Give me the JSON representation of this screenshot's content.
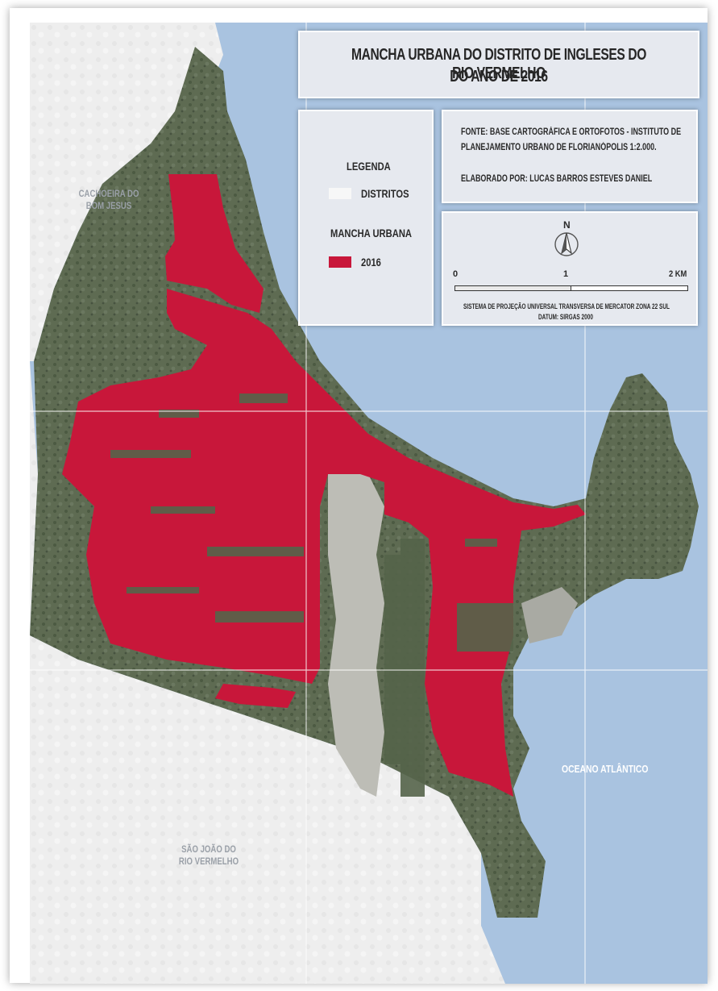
{
  "title": {
    "line1": "MANCHA URBANA DO DISTRITO DE INGLESES DO RIO VERMELHO",
    "line2": "DO ANO DE 2016"
  },
  "legend": {
    "heading": "LEGENDA",
    "items": [
      {
        "label": "DISTRITOS",
        "color": "#f2f2f2"
      }
    ],
    "subheading": "MANCHA URBANA",
    "urban_items": [
      {
        "label": "2016",
        "color": "#c8173a"
      }
    ]
  },
  "source": {
    "fonte_line1": "FONTE: BASE CARTOGRÁFICA E ORTOFOTOS -  INSTITUTO DE",
    "fonte_line2": "PLANEJAMENTO URBANO DE FLORIANÓPOLIS 1:2.000.",
    "author": "ELABORADO POR: LUCAS BARROS ESTEVES DANIEL"
  },
  "scale": {
    "north": "N",
    "ticks": [
      "0",
      "1",
      "2 KM"
    ],
    "projection_line1": "SISTEMA DE PROJEÇÃO UNIVERSAL TRANSVERSA DE MERCATOR ZONA 22 SUL",
    "projection_line2": "DATUM: SIRGAS 2000"
  },
  "places": {
    "cachoeira_line1": "CACHOEIRA DO",
    "cachoeira_line2": "BOM JESUS",
    "sao_joao_line1": "SÃO JOÃO DO",
    "sao_joao_line2": "RIO VERMELHO",
    "ocean": "OCEANO ATLÂNTICO"
  },
  "colors": {
    "ocean": "#a9c3e0",
    "urban": "#c8173a",
    "vegetation": "#5b6a4f",
    "districts": "#f2f2f2",
    "dunes": "#b9b9b4"
  }
}
